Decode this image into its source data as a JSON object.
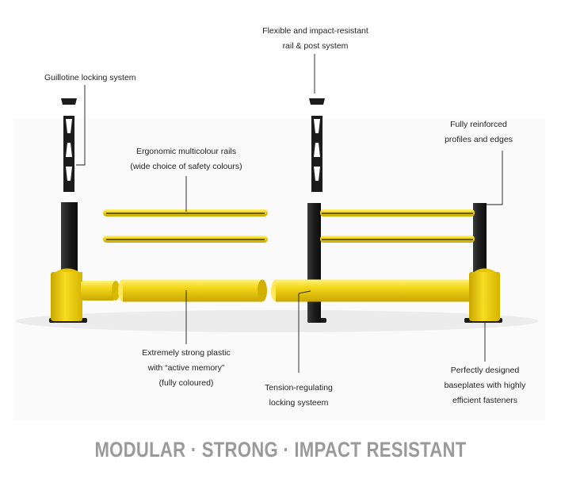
{
  "labels": {
    "guillotine": {
      "line1": "Guillotine locking system"
    },
    "flexible": {
      "line1": "Flexible and impact-resistant",
      "line2": "rail & post system"
    },
    "reinforced": {
      "line1": "Fully reinforced",
      "line2": "profiles and edges"
    },
    "ergonomic": {
      "line1": "Ergonomic multicolour rails",
      "line2": "(wide choice of safety colours)"
    },
    "plastic": {
      "line1": "Extremely strong plastic",
      "line2": "with “active memory”",
      "line3": "(fully coloured)"
    },
    "tension": {
      "line1": "Tension-regulating",
      "line2": "locking systeem"
    },
    "baseplates": {
      "line1": "Perfectly designed",
      "line2": "baseplates with highly",
      "line3": "efficient fasteners"
    }
  },
  "headline": "MODULAR · STRONG · IMPACT RESISTANT",
  "colors": {
    "yellow": "#f4d81c",
    "yellow_dark": "#c9a800",
    "yellow_light": "#fff07a",
    "black": "#1c1c1c",
    "ground": "#efefef",
    "headline": "#9a9a9a"
  }
}
